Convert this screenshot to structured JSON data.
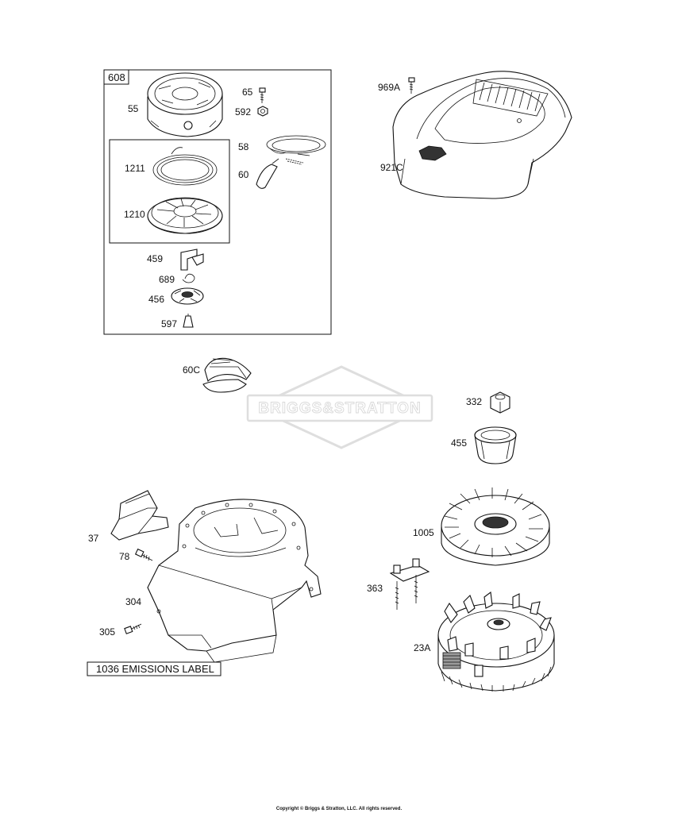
{
  "callouts": {
    "c608": "608",
    "c55": "55",
    "c65": "65",
    "c592": "592",
    "c58": "58",
    "c60": "60",
    "c1211": "1211",
    "c1210": "1210",
    "c459": "459",
    "c689": "689",
    "c456": "456",
    "c597": "597",
    "c969A": "969A",
    "c921C": "921C",
    "c60C": "60C",
    "c332": "332",
    "c455": "455",
    "c1005": "1005",
    "c363": "363",
    "c23A": "23A",
    "c37": "37",
    "c78": "78",
    "c304": "304",
    "c305": "305"
  },
  "emissions_label": "1036 EMISSIONS LABEL",
  "watermark": "BRIGGS&STRATTON",
  "copyright": "Copyright © Briggs & Stratton, LLC. All rights reserved."
}
